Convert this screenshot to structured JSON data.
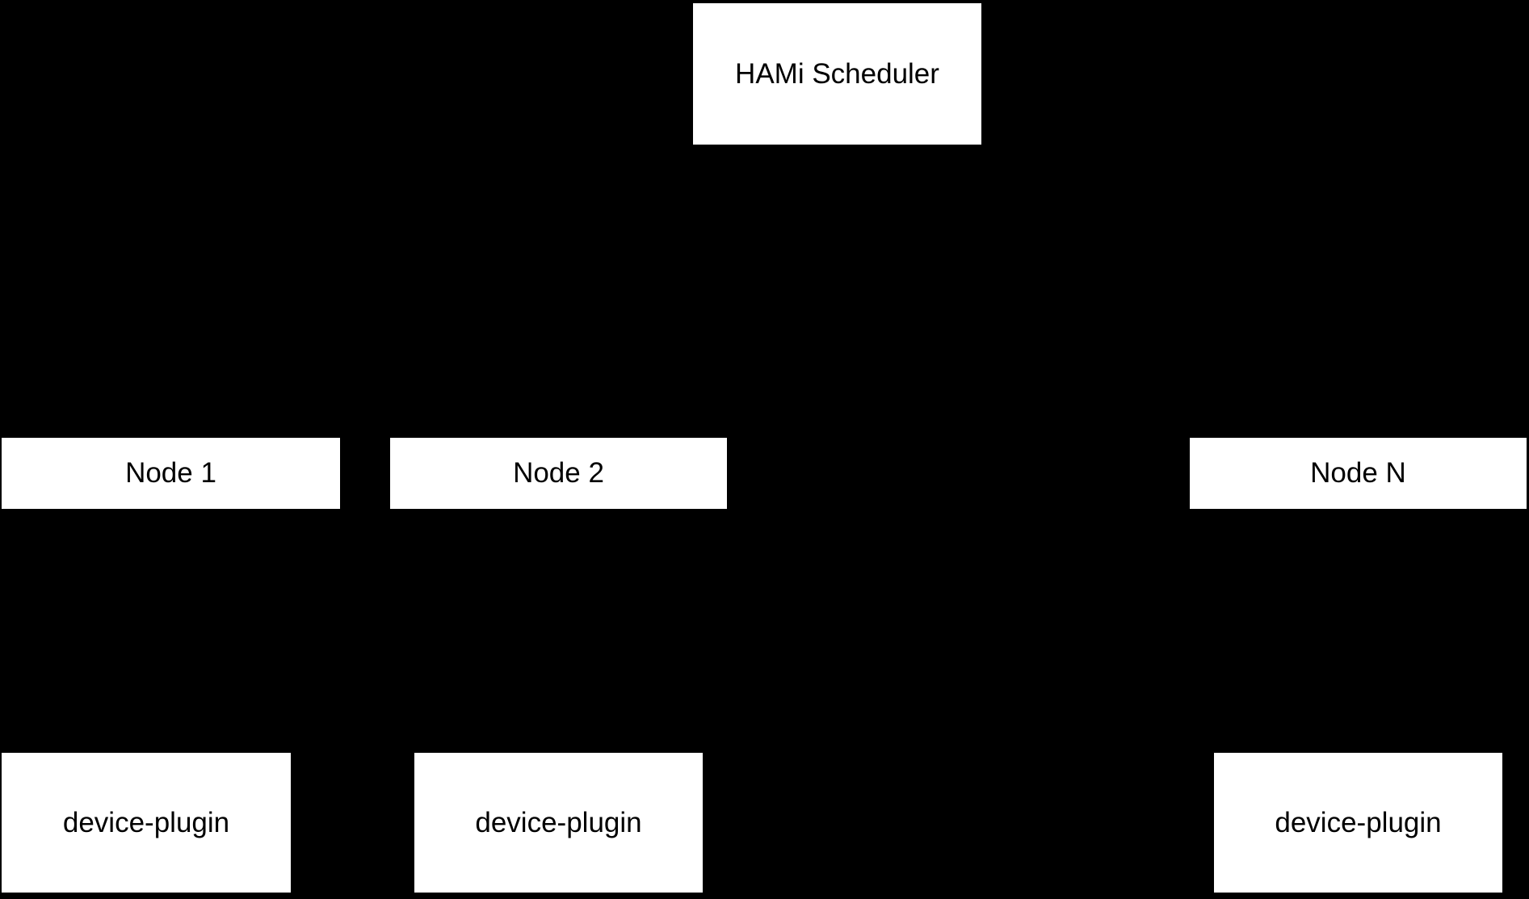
{
  "colors": {
    "background": "#000000",
    "box_fill": "#ffffff",
    "box_text": "#000000"
  },
  "diagram": {
    "scheduler": {
      "label": "HAMi Scheduler"
    },
    "nodes": [
      {
        "label": "Node 1"
      },
      {
        "label": "Node 2"
      },
      {
        "label": "Node N"
      }
    ],
    "device_plugins": [
      {
        "label": "device-plugin"
      },
      {
        "label": "device-plugin"
      },
      {
        "label": "device-plugin"
      }
    ]
  }
}
